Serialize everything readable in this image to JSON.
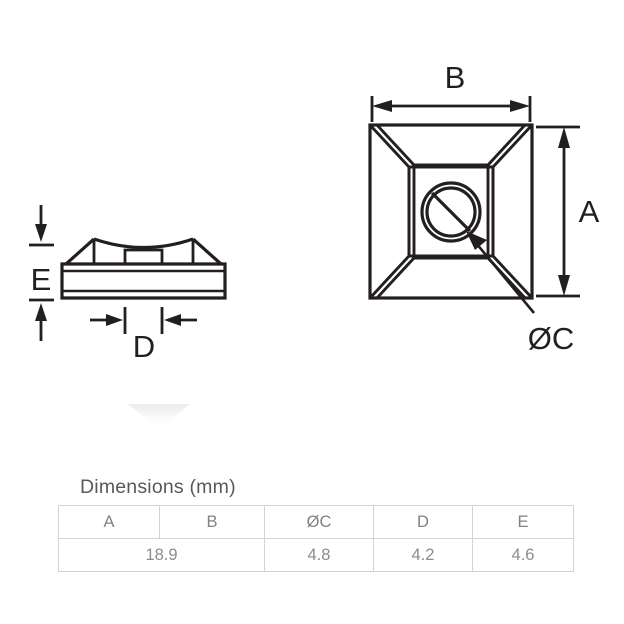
{
  "drawing": {
    "title": "Cable tie mount technical drawing",
    "line_color": "#231f20",
    "side_view": {
      "label": "side-elevation-view",
      "dimension_labels": [
        {
          "name": "E",
          "text": "E",
          "orientation": "vertical",
          "measures": "height"
        },
        {
          "name": "D",
          "text": "D",
          "orientation": "horizontal",
          "measures": "center-slot-width"
        }
      ]
    },
    "top_view": {
      "label": "top-plan-view",
      "dimension_labels": [
        {
          "name": "B",
          "text": "B",
          "orientation": "horizontal",
          "measures": "width"
        },
        {
          "name": "A",
          "text": "A",
          "orientation": "vertical",
          "measures": "height"
        },
        {
          "name": "OC",
          "text": "ØC",
          "orientation": "leader",
          "measures": "hole-diameter"
        }
      ]
    }
  },
  "table": {
    "title": "Dimensions (mm)",
    "headers": [
      "A",
      "B",
      "ØC",
      "D",
      "E"
    ],
    "values": {
      "AB": "18.9",
      "C": "4.8",
      "D": "4.2",
      "E": "4.6"
    },
    "border_color": "#d2d3d5",
    "text_color": "#808285",
    "title_color": "#58595b"
  }
}
